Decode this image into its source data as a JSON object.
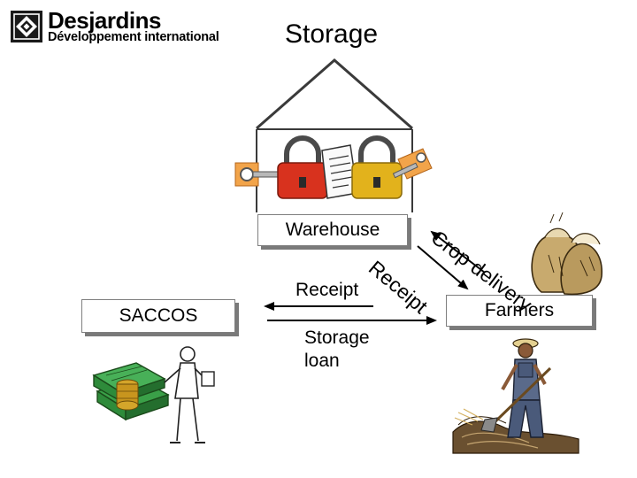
{
  "header": {
    "brand_name": "Desjardins",
    "brand_sub": "Développement international",
    "title": "Storage"
  },
  "diagram": {
    "nodes": {
      "warehouse": "Warehouse",
      "saccos": "SACCOS",
      "farmers": "Farmers"
    },
    "labels": {
      "receipt_main": "Receipt",
      "storage_loan_line1": "Storage",
      "storage_loan_line2": "loan"
    },
    "arc_labels": {
      "crop_delivery": "Crop delivery",
      "receipt_diag": "Receipt"
    }
  },
  "colors": {
    "background": "#ffffff",
    "lock_red": "#d8321e",
    "lock_gold": "#e2b21c",
    "money_green": "#2e8b3a",
    "coin_gold": "#d4a52a",
    "sack": "#c8aa6e",
    "box_shadow": "#7a7a7a"
  }
}
